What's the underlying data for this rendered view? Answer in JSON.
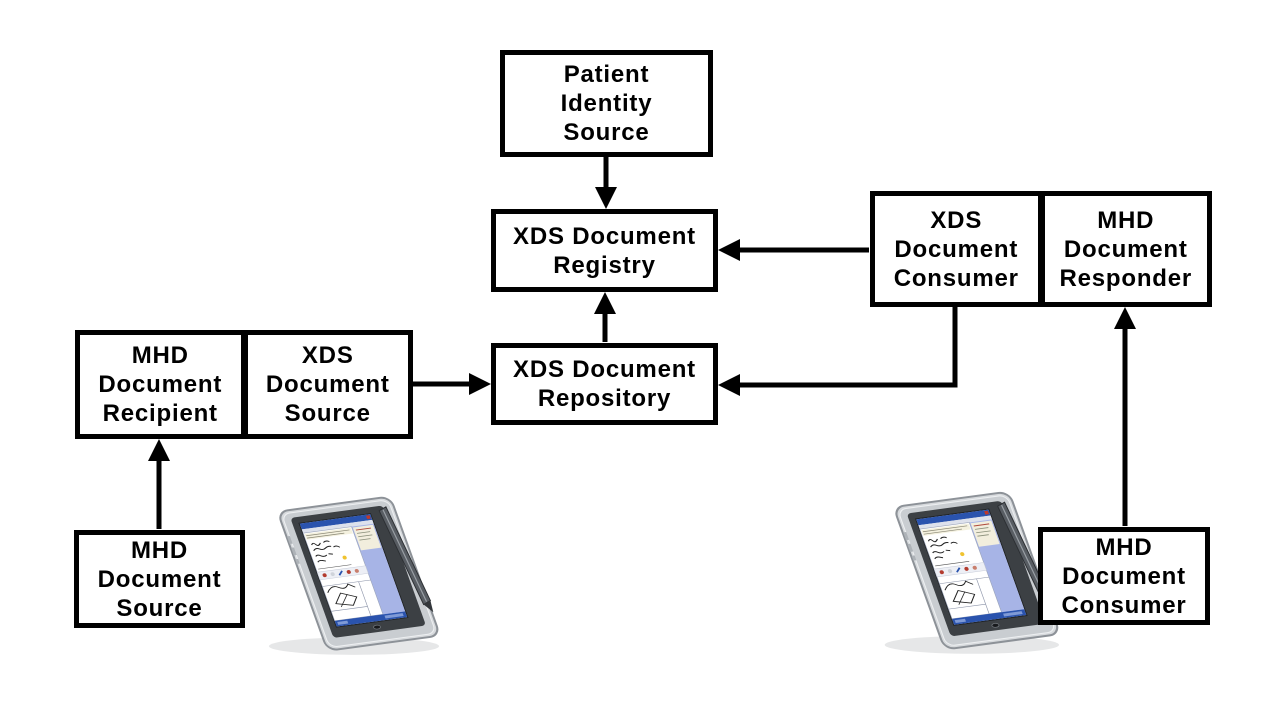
{
  "diagram": {
    "background_color": "#ffffff",
    "line_color": "#000000",
    "node_fill": "#ffffff",
    "nodes": {
      "patient_identity_source": {
        "label": "Patient\nIdentity\nSource"
      },
      "xds_document_registry": {
        "label": "XDS Document\nRegistry"
      },
      "xds_document_repository": {
        "label": "XDS Document\nRepository"
      },
      "xds_document_consumer": {
        "label": "XDS\nDocument\nConsumer"
      },
      "mhd_document_responder": {
        "label": "MHD\nDocument\nResponder"
      },
      "mhd_document_recipient": {
        "label": "MHD\nDocument\nRecipient"
      },
      "xds_document_source": {
        "label": "XDS\nDocument\nSource"
      },
      "mhd_document_source": {
        "label": "MHD\nDocument\nSource"
      },
      "mhd_document_consumer": {
        "label": "MHD\nDocument\nConsumer"
      }
    },
    "edges": [
      {
        "from": "Patient Identity Source",
        "to": "XDS Document Registry"
      },
      {
        "from": "XDS Document Repository",
        "to": "XDS Document Registry"
      },
      {
        "from": "XDS Document Consumer",
        "to": "XDS Document Registry"
      },
      {
        "from": "MHD Document Recipient / XDS Document Source",
        "to": "XDS Document Repository"
      },
      {
        "from": "XDS Document Consumer",
        "to": "XDS Document Repository"
      },
      {
        "from": "MHD Document Source",
        "to": "MHD Document Recipient"
      },
      {
        "from": "MHD Document Consumer",
        "to": "MHD Document Responder"
      }
    ],
    "illustrations": [
      {
        "name": "tablet-device-left"
      },
      {
        "name": "tablet-device-right"
      }
    ]
  }
}
